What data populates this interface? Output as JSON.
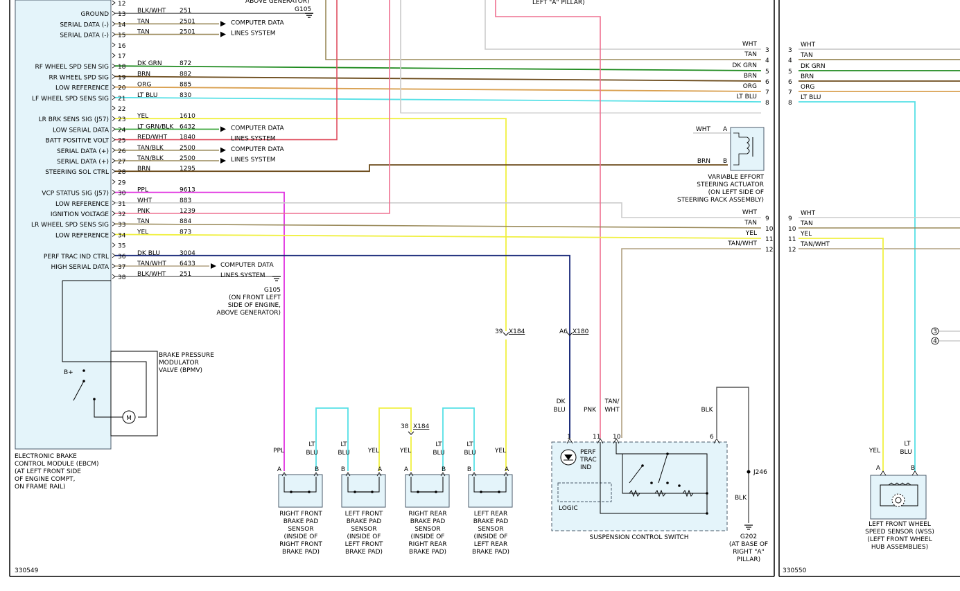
{
  "diagram_ids": {
    "left": "330549",
    "right": "330550"
  },
  "ebcm_pins": [
    {
      "pin": "12",
      "label": "",
      "color": "",
      "circuit": ""
    },
    {
      "pin": "13",
      "label": "GROUND",
      "color": "BLK/WHT",
      "circuit": "251"
    },
    {
      "pin": "14",
      "label": "SERIAL DATA (-)",
      "color": "TAN",
      "circuit": "2501"
    },
    {
      "pin": "15",
      "label": "SERIAL DATA (-)",
      "color": "TAN",
      "circuit": "2501"
    },
    {
      "pin": "16",
      "label": "",
      "color": "",
      "circuit": ""
    },
    {
      "pin": "17",
      "label": "",
      "color": "",
      "circuit": ""
    },
    {
      "pin": "18",
      "label": "RF WHEEL SPD SEN SIG",
      "color": "DK GRN",
      "circuit": "872"
    },
    {
      "pin": "19",
      "label": "RR WHEEL SPD SIG",
      "color": "BRN",
      "circuit": "882"
    },
    {
      "pin": "20",
      "label": "LOW REFERENCE",
      "color": "ORG",
      "circuit": "885"
    },
    {
      "pin": "21",
      "label": "LF WHEEL SPD SENS SIG",
      "color": "LT BLU",
      "circuit": "830"
    },
    {
      "pin": "22",
      "label": "",
      "color": "",
      "circuit": ""
    },
    {
      "pin": "23",
      "label": "LR BRK SENS SIG (J57)",
      "color": "YEL",
      "circuit": "1610"
    },
    {
      "pin": "24",
      "label": "LOW SERIAL DATA",
      "color": "LT GRN/BLK",
      "circuit": "6432"
    },
    {
      "pin": "25",
      "label": "BATT POSITIVE VOLT",
      "color": "RED/WHT",
      "circuit": "1840"
    },
    {
      "pin": "26",
      "label": "SERIAL DATA (+)",
      "color": "TAN/BLK",
      "circuit": "2500"
    },
    {
      "pin": "27",
      "label": "SERIAL DATA (+)",
      "color": "TAN/BLK",
      "circuit": "2500"
    },
    {
      "pin": "28",
      "label": "STEERING SOL CTRL",
      "color": "BRN",
      "circuit": "1295"
    },
    {
      "pin": "29",
      "label": "",
      "color": "",
      "circuit": ""
    },
    {
      "pin": "30",
      "label": "VCP STATUS SIG (J57)",
      "color": "PPL",
      "circuit": "9613"
    },
    {
      "pin": "31",
      "label": "LOW REFERENCE",
      "color": "WHT",
      "circuit": "883"
    },
    {
      "pin": "32",
      "label": "IGNITION VOLTAGE",
      "color": "PNK",
      "circuit": "1239"
    },
    {
      "pin": "33",
      "label": "LR WHEEL SPD SENS SIG",
      "color": "TAN",
      "circuit": "884"
    },
    {
      "pin": "34",
      "label": "LOW REFERENCE",
      "color": "YEL",
      "circuit": "873"
    },
    {
      "pin": "35",
      "label": "",
      "color": "",
      "circuit": ""
    },
    {
      "pin": "36",
      "label": "PERF TRAC IND CTRL",
      "color": "DK BLU",
      "circuit": "3004"
    },
    {
      "pin": "37",
      "label": "HIGH SERIAL DATA",
      "color": "TAN/WHT",
      "circuit": "6433"
    },
    {
      "pin": "38",
      "label": "",
      "color": "BLK/WHT",
      "circuit": "251"
    }
  ],
  "computer_data_label": [
    "COMPUTER DATA",
    "LINES SYSTEM"
  ],
  "ground_top": {
    "id": "G105",
    "partial_text": "ABOVE GENERATOR)"
  },
  "ground_g105": [
    "G105",
    "(ON FRONT LEFT",
    "SIDE OF ENGINE,",
    "ABOVE GENERATOR)"
  ],
  "top_partial_pillar": "LEFT \"A\" PILLAR)",
  "ebcm_label": [
    "ELECTRONIC BRAKE",
    "CONTROL MODULE (EBCM)",
    "(AT LEFT FRONT SIDE",
    "OF ENGINE COMPT,",
    "ON FRAME RAIL)"
  ],
  "bpmv_label": [
    "BRAKE PRESSURE",
    "MODULATOR",
    "VALVE (BPMV)"
  ],
  "bplus": "B+",
  "motor": "M",
  "right_wires_upper": [
    {
      "num": "3",
      "color": "WHT"
    },
    {
      "num": "4",
      "color": "TAN"
    },
    {
      "num": "5",
      "color": "DK GRN"
    },
    {
      "num": "6",
      "color": "BRN"
    },
    {
      "num": "7",
      "color": "ORG"
    },
    {
      "num": "8",
      "color": "LT BLU"
    }
  ],
  "right_wires_lower": [
    {
      "num": "9",
      "color": "WHT"
    },
    {
      "num": "10",
      "color": "TAN"
    },
    {
      "num": "11",
      "color": "YEL"
    },
    {
      "num": "12",
      "color": "TAN/WHT"
    }
  ],
  "veso": {
    "pin_a": "A",
    "pin_b": "B",
    "wire_a": "WHT",
    "wire_b": "BRN",
    "label": [
      "VARIABLE EFFORT",
      "STEERING ACTUATOR",
      "(ON LEFT SIDE OF",
      "STEERING RACK ASSEMBLY)"
    ]
  },
  "connectors": {
    "x184_39": {
      "pin": "39",
      "name": "X184"
    },
    "x180_a6": {
      "pin": "A6",
      "name": "X180"
    },
    "x184_38": {
      "pin": "38",
      "name": "X184"
    }
  },
  "brake_sensors": [
    {
      "wires": [
        "PPL",
        "LT BLU"
      ],
      "pins": [
        "A",
        "B"
      ],
      "label": [
        "RIGHT FRONT",
        "BRAKE PAD",
        "SENSOR",
        "(INSIDE OF",
        "RIGHT FRONT",
        "BRAKE PAD)"
      ]
    },
    {
      "wires": [
        "LT BLU",
        "YEL"
      ],
      "pins": [
        "B",
        "A"
      ],
      "label": [
        "LEFT FRONT",
        "BRAKE PAD",
        "SENSOR",
        "(INSIDE OF",
        "LEFT FRONT",
        "BRAKE PAD)"
      ]
    },
    {
      "wires": [
        "YEL",
        "LT BLU"
      ],
      "pins": [
        "A",
        "B"
      ],
      "label": [
        "RIGHT REAR",
        "BRAKE PAD",
        "SENSOR",
        "(INSIDE OF",
        "RIGHT REAR",
        "BRAKE PAD)"
      ]
    },
    {
      "wires": [
        "LT BLU",
        "YEL"
      ],
      "pins": [
        "B",
        "A"
      ],
      "label": [
        "LEFT REAR",
        "BRAKE PAD",
        "SENSOR",
        "(INSIDE OF",
        "LEFT REAR",
        "BRAKE PAD)"
      ]
    }
  ],
  "suspension_switch": {
    "wires": [
      {
        "pin": "1",
        "color": [
          "DK",
          "BLU"
        ]
      },
      {
        "pin": "11",
        "color": [
          "PNK"
        ]
      },
      {
        "pin": "10",
        "color": [
          "TAN/",
          "WHT"
        ]
      },
      {
        "pin": "6",
        "color": [
          "BLK"
        ]
      }
    ],
    "indicator": [
      "PERF",
      "TRAC",
      "IND"
    ],
    "logic": "LOGIC",
    "label": "SUSPENSION CONTROL SWITCH"
  },
  "ground_g202": {
    "splice": "J246",
    "wire": "BLK",
    "label": [
      "G202",
      "(AT BASE OF",
      "RIGHT \"A\"",
      "PILLAR)"
    ]
  },
  "right_page_upper": [
    {
      "num": "3",
      "color": "WHT"
    },
    {
      "num": "4",
      "color": "TAN"
    },
    {
      "num": "5",
      "color": "DK GRN"
    },
    {
      "num": "6",
      "color": "BRN"
    },
    {
      "num": "7",
      "color": "ORG"
    },
    {
      "num": "8",
      "color": "LT BLU"
    }
  ],
  "right_page_lower": [
    {
      "num": "9",
      "color": "WHT"
    },
    {
      "num": "10",
      "color": "TAN"
    },
    {
      "num": "11",
      "color": "YEL"
    },
    {
      "num": "12",
      "color": "TAN/WHT"
    }
  ],
  "offpage_refs": [
    "3",
    "4"
  ],
  "wss": {
    "wires": [
      "YEL",
      "LT BLU"
    ],
    "pins": [
      "A",
      "B"
    ],
    "label": [
      "LEFT FRONT WHEEL",
      "SPEED SENSOR (WSS)",
      "(LEFT FRONT WHEEL",
      "HUB ASSEMBLIES)"
    ]
  },
  "colors": {
    "DK GRN": "#1e8a1e",
    "BRN": "#6b4a1a",
    "ORG": "#d9a050",
    "LT BLU": "#55e0e6",
    "YEL": "#f0f040",
    "RED": "#e05060",
    "TAN": "#9a8a5a",
    "TAN/WHT": "#b0a080",
    "PPL": "#e030e0",
    "WHT": "#cccccc",
    "PNK": "#ee7090",
    "DK BLU": "#1a2a7a",
    "BLK": "#333333",
    "BOX": "#e4f4fa",
    "BOXLINE": "#4a5a6a"
  }
}
